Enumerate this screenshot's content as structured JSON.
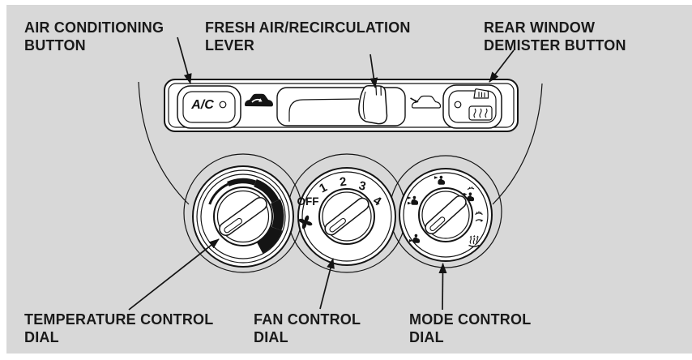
{
  "figure": {
    "type": "owner-manual climate control diagram",
    "colors": {
      "figure_bg": "#d8d8d8",
      "line": "#141414",
      "fill": "#ffffff"
    }
  },
  "callouts": {
    "air_conditioning": {
      "line1": "AIR CONDITIONING",
      "line2": "BUTTON"
    },
    "fresh_air": {
      "line1": "FRESH AIR/RECIRCULATION",
      "line2": "LEVER"
    },
    "rear_demister": {
      "line1": "REAR WINDOW",
      "line2": "DEMISTER BUTTON"
    },
    "temperature": {
      "line1": "TEMPERATURE CONTROL",
      "line2": "DIAL"
    },
    "fan": {
      "line1": "FAN CONTROL",
      "line2": "DIAL"
    },
    "mode": {
      "line1": "MODE CONTROL",
      "line2": "DIAL"
    }
  },
  "controls": {
    "ac_button": {
      "label": "A/C",
      "indicator": "led-circle"
    },
    "recirculation_icon": "car-recirculate-icon",
    "lever": "fresh-air-recirculation-lever",
    "fresh_air_icon": "car-fresh-air-icon",
    "demister_button": {
      "indicator": "led-circle",
      "icons": [
        "mirror-demister-icon",
        "rear-window-demister-icon"
      ]
    },
    "temperature_dial": {
      "feature": "temperature-gradient-arc"
    },
    "fan_dial": {
      "positions": [
        "OFF",
        "1",
        "2",
        "3",
        "4"
      ],
      "icon": "fan-icon"
    },
    "mode_dial": {
      "icons": [
        "vent-face-icon",
        "vent-bilevel-icon",
        "vent-floor-icon",
        "vent-face-defrost-icon",
        "vent-floor-defrost-icon",
        "defrost-windshield-icon"
      ]
    }
  }
}
